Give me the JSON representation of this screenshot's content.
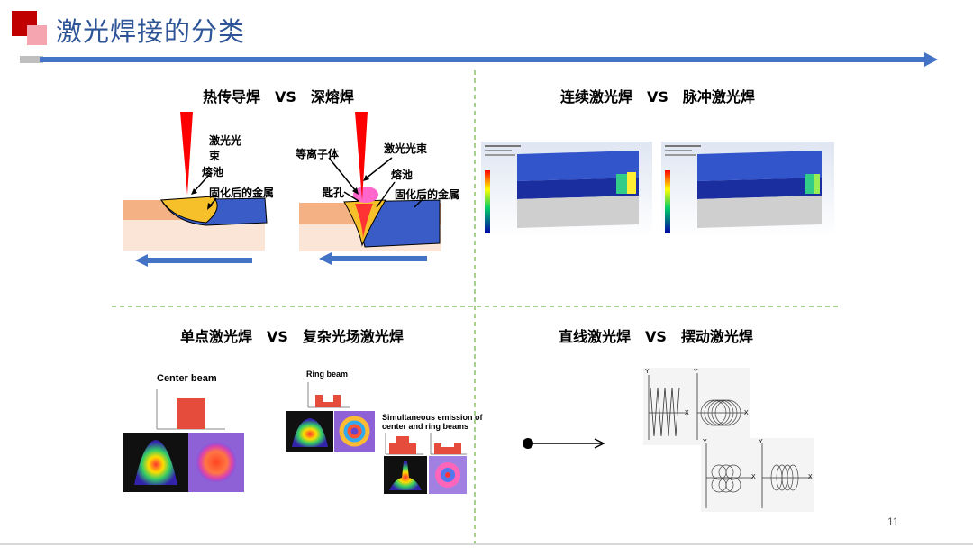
{
  "slide": {
    "title": "激光焊接的分类",
    "page_number": "11"
  },
  "colors": {
    "title": "#2e5597",
    "arrow": "#4472c4",
    "accent_red": "#c00000",
    "divider": "#a9d18e"
  },
  "q1": {
    "title": "热传导焊　VS　深熔焊",
    "left": {
      "beam": "激光光",
      "beam2": "束",
      "pool": "熔池",
      "solid": "固化后的金属"
    },
    "right": {
      "plasma": "等离子体",
      "beam": "激光光束",
      "pool": "熔池",
      "keyhole": "匙孔",
      "solid": "固化后的金属"
    }
  },
  "q2": {
    "title": "连续激光焊　VS　脉冲激光焊"
  },
  "q3": {
    "title": "单点激光焊　VS　复杂光场激光焊",
    "center_beam": "Center beam",
    "ring_beam": "Ring beam",
    "simul_1": "Simultaneous emission of",
    "simul_2": "center and ring beams"
  },
  "q4": {
    "title": "直线激光焊　VS　摆动激光焊",
    "axis_x": "X",
    "axis_y": "Y"
  }
}
